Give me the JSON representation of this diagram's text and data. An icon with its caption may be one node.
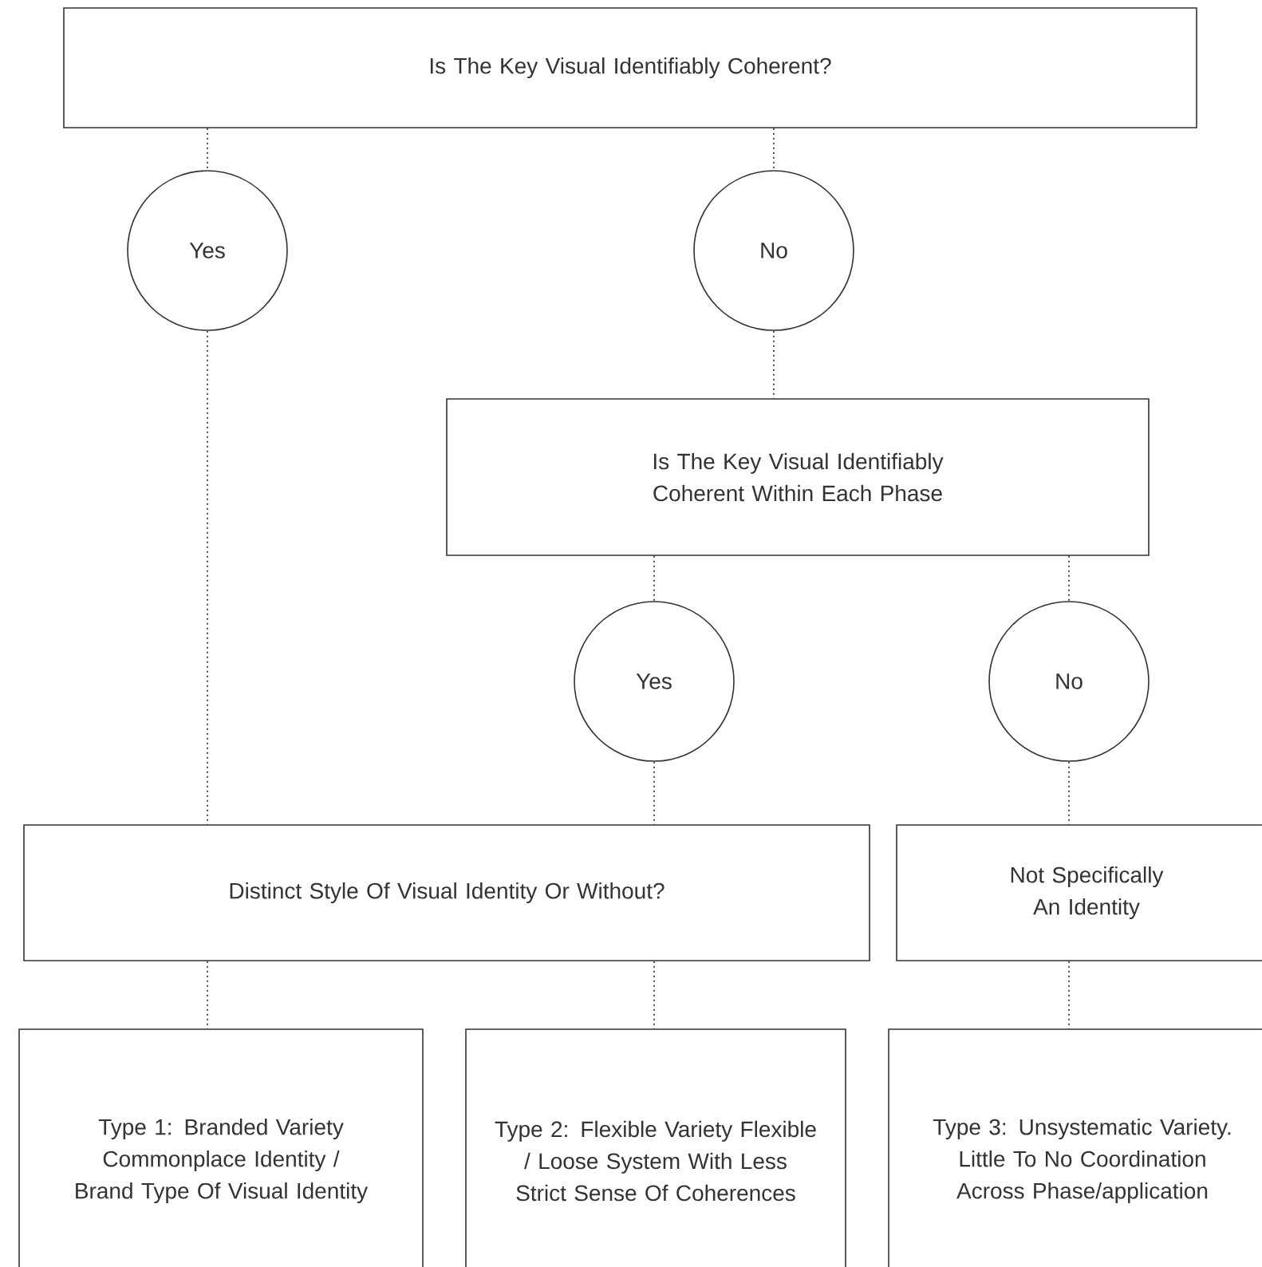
{
  "diagram": {
    "nodes": [
      {
        "text": [
          "Is The Key Visual Identifiably Coherent?"
        ]
      },
      {
        "text": [
          "Yes"
        ]
      },
      {
        "text": [
          "No"
        ]
      },
      {
        "text": [
          "Is The Key Visual Identifiably Coherent Within Each Phase"
        ]
      },
      {
        "text": [
          "Yes"
        ]
      },
      {
        "text": [
          "No"
        ]
      },
      {
        "text": [
          "Distinct Style Of Visual Identity Or Without?"
        ]
      },
      {
        "text": [
          "Not Specifically An Identity"
        ]
      },
      {
        "text": [
          "Type 1: Branded Variety Commonplace Identity / Brand Type Of Visual Identity"
        ]
      },
      {
        "text": [
          "Type 2: Flexible Variety Flexible / Loose System With Less Strict Sense Of Coherences"
        ]
      },
      {
        "text": [
          "Type 3: Unsystematic Variety. Little To No Coordination Across Phase/application"
        ]
      }
    ],
    "edges": [
      {
        "from": 0,
        "to": 1,
        "arrow": "none"
      },
      {
        "from": 0,
        "to": 2,
        "arrow": "none"
      },
      {
        "from": 1,
        "to": 6,
        "arrow": "none"
      },
      {
        "from": 2,
        "to": 3,
        "arrow": "none"
      },
      {
        "from": 3,
        "to": 4,
        "arrow": "none"
      },
      {
        "from": 3,
        "to": 5,
        "arrow": "none"
      },
      {
        "from": 4,
        "to": 6,
        "arrow": "none"
      },
      {
        "from": 5,
        "to": 7,
        "arrow": "none"
      },
      {
        "from": 6,
        "to": 8,
        "arrow": "none"
      },
      {
        "from": 6,
        "to": 9,
        "arrow": "none"
      },
      {
        "from": 7,
        "to": 10,
        "arrow": "none"
      }
    ]
  }
}
